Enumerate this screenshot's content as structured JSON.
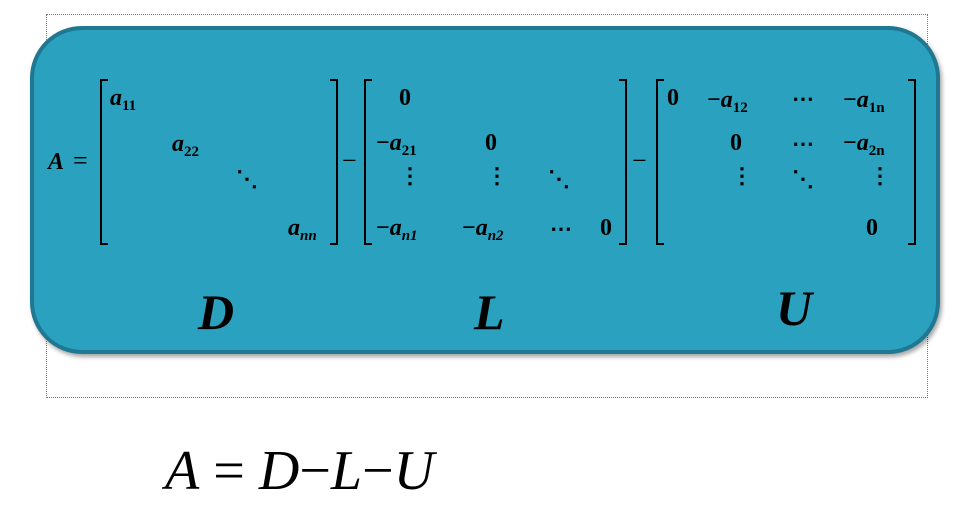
{
  "colors": {
    "panel": "#2aa1be",
    "panel_border": "#1f7791"
  },
  "lhs": "A",
  "equals": "=",
  "minus": "−",
  "diag": {
    "a": "a",
    "s11": "11",
    "s22": "22",
    "snn": "nn",
    "ddots": "⋱"
  },
  "lower": {
    "zero": "0",
    "neg": "−",
    "a": "a",
    "s21": "21",
    "sn1": "n1",
    "sn2": "n2",
    "vdots": "⋮",
    "ddots": "⋱",
    "cdots": "⋯"
  },
  "upper": {
    "zero": "0",
    "neg": "−",
    "a": "a",
    "s12": "12",
    "s1n": "1n",
    "s2n": "2n",
    "vdots": "⋮",
    "ddots": "⋱",
    "cdots": "⋯"
  },
  "labels": {
    "D": "D",
    "L": "L",
    "U": "U"
  },
  "equation": {
    "A": "A",
    "D": "D",
    "L": "L",
    "U": "U",
    "eq": "=",
    "minus": "−"
  }
}
